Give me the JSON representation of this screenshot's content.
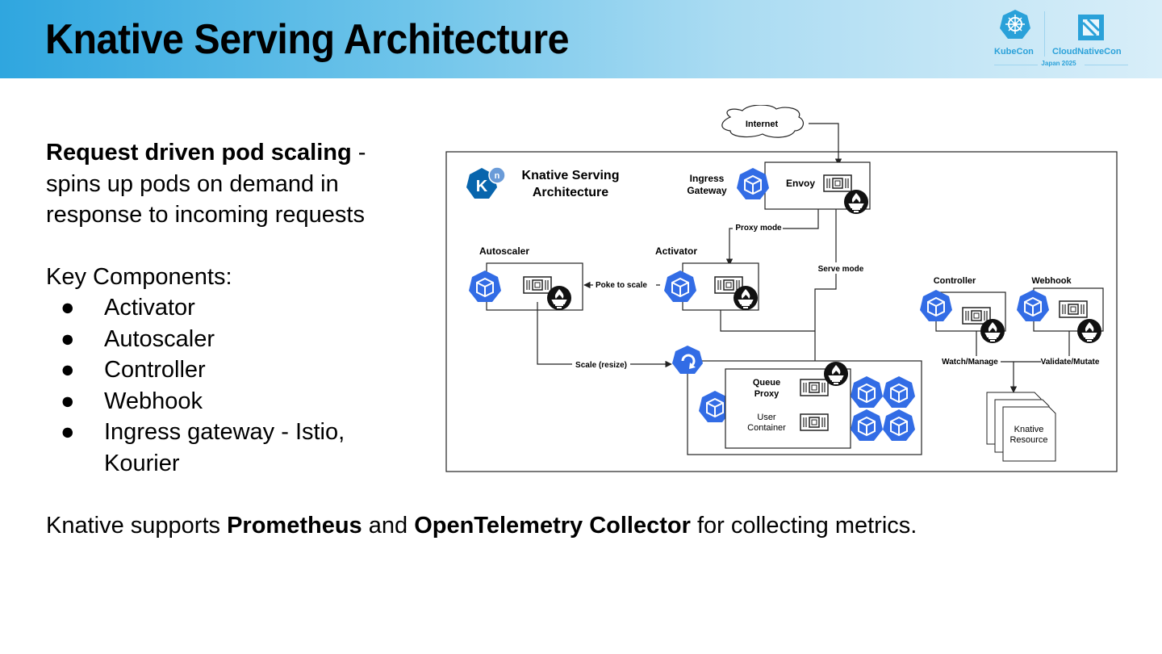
{
  "slide": {
    "title": "Knative Serving Architecture"
  },
  "event_logo": {
    "kubecon": "KubeCon",
    "cloudnativecon": "CloudNativeCon",
    "edition": "Japan 2025",
    "brand_color": "#2aa1d9"
  },
  "intro": {
    "bold": "Request driven pod scaling",
    "rest_line1": " -",
    "line2": "spins up pods on demand in",
    "line3": "response to incoming requests"
  },
  "components": {
    "heading": "Key Components:",
    "bullet": "●",
    "items": [
      "Activator",
      "Autoscaler",
      "Controller",
      "Webhook",
      "Ingress gateway - Istio,"
    ],
    "continuation": "Kourier"
  },
  "footer": {
    "pre": "Knative supports ",
    "b1": "Prometheus",
    "mid": " and ",
    "b2": "OpenTelemetry Collector",
    "post": " for collecting metrics."
  },
  "diagram": {
    "colors": {
      "k8s_blue": "#326ce5",
      "knative_blue": "#0865ad",
      "knative_badge": "#6a9bd8",
      "line": "#333333"
    },
    "internet": "Internet",
    "title_line1": "Knative Serving",
    "title_line2": "Architecture",
    "knative_logo_letter": "K",
    "knative_logo_badge": "n",
    "ingress_line1": "Ingress",
    "ingress_line2": "Gateway",
    "envoy": "Envoy",
    "proxy_mode": "Proxy mode",
    "serve_mode": "Serve mode",
    "autoscaler": "Autoscaler",
    "activator": "Activator",
    "poke_to_scale": "Poke to scale",
    "scale_resize": "Scale (resize)",
    "queue_proxy_line1": "Queue",
    "queue_proxy_line2": "Proxy",
    "user_container_line1": "User",
    "user_container_line2": "Container",
    "controller": "Controller",
    "webhook": "Webhook",
    "watch_manage": "Watch/Manage",
    "validate_mutate": "Validate/Mutate",
    "resource_line1": "Knative",
    "resource_line2": "Resource"
  }
}
